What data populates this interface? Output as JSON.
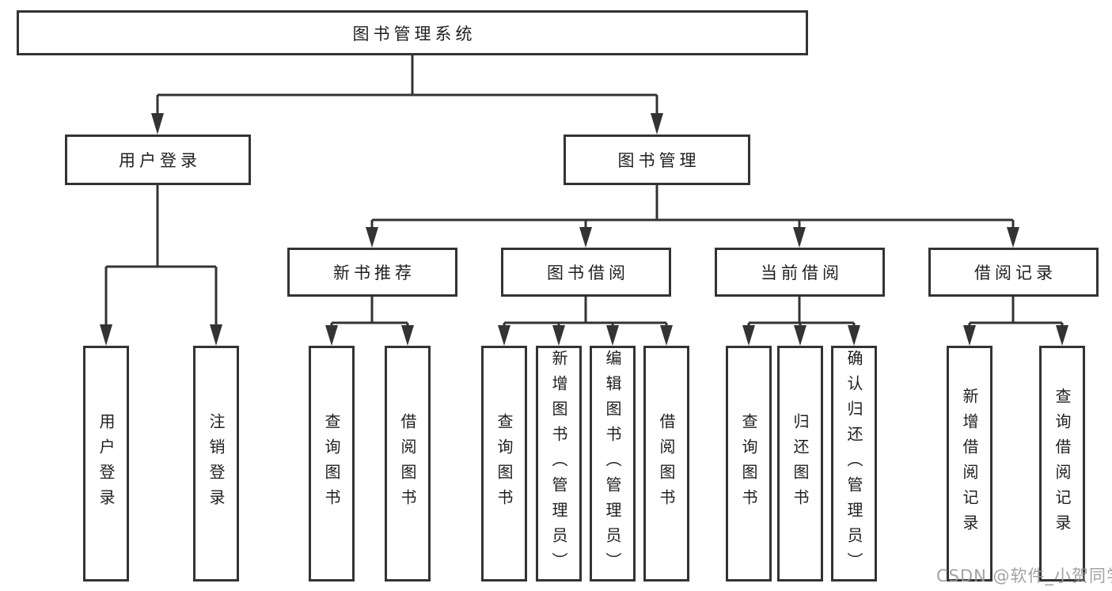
{
  "tree": {
    "label": "图书管理系统",
    "children": [
      {
        "label": "用户登录",
        "children": [
          {
            "label": "用户登录"
          },
          {
            "label": "注销登录"
          }
        ]
      },
      {
        "label": "图书管理",
        "children": [
          {
            "label": "新书推荐",
            "children": [
              {
                "label": "查询图书"
              },
              {
                "label": "借阅图书"
              }
            ]
          },
          {
            "label": "图书借阅",
            "children": [
              {
                "label": "查询图书"
              },
              {
                "label": "新增图书（管理员）"
              },
              {
                "label": "编辑图书（管理员）"
              },
              {
                "label": "借阅图书"
              }
            ]
          },
          {
            "label": "当前借阅",
            "children": [
              {
                "label": "查询图书"
              },
              {
                "label": "归还图书"
              },
              {
                "label": "确认归还（管理员）"
              }
            ]
          },
          {
            "label": "借阅记录",
            "children": [
              {
                "label": "新增借阅记录"
              },
              {
                "label": "查询借阅记录"
              }
            ]
          }
        ]
      }
    ]
  },
  "watermark": "CSDN @软件_小贺同学",
  "colors": {
    "line": "#333333",
    "text": "#1f1f1f",
    "watermark": "#989898",
    "background": "#ffffff"
  }
}
